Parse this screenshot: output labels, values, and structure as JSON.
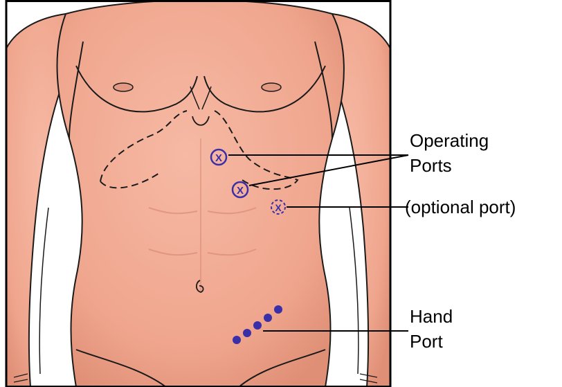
{
  "labels": {
    "operating_ports_line1": "Operating",
    "operating_ports_line2": "Ports",
    "optional_port": "(optional port)",
    "hand_port_line1": "Hand",
    "hand_port_line2": "Port"
  },
  "marker_symbol": "X",
  "colors": {
    "skin": "#f2aa93",
    "skin_shadow": "#e2917a",
    "outline": "#1a1a1a",
    "port_marker": "#3a2fa8",
    "frame": "#000000",
    "background": "#ffffff"
  }
}
